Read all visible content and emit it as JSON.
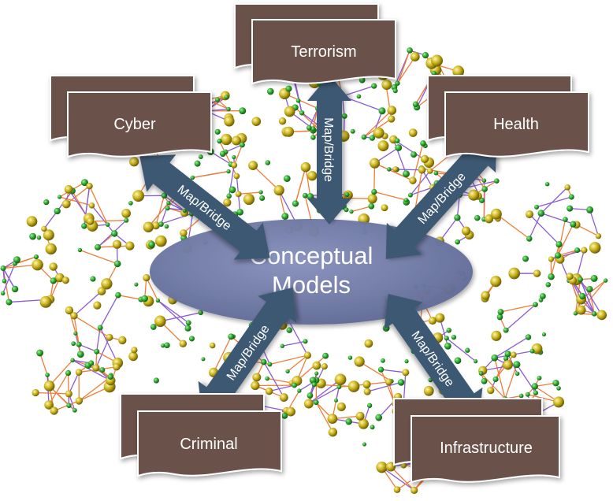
{
  "center": {
    "line1": "Conceptual",
    "line2": "Models"
  },
  "domains": [
    {
      "id": "terrorism",
      "label": "Terrorism"
    },
    {
      "id": "cyber",
      "label": "Cyber"
    },
    {
      "id": "health",
      "label": "Health"
    },
    {
      "id": "criminal",
      "label": "Criminal"
    },
    {
      "id": "infrastructure",
      "label": "Infrastructure"
    }
  ],
  "arrows": [
    {
      "id": "terrorism",
      "label": "Map/Bridge"
    },
    {
      "id": "cyber",
      "label": "Map/Bridge"
    },
    {
      "id": "health",
      "label": "Map/Bridge"
    },
    {
      "id": "criminal",
      "label": "Map/Bridge"
    },
    {
      "id": "infrastructure",
      "label": "Map/Bridge"
    }
  ],
  "colors": {
    "document_fill": "#6b5148",
    "document_stroke": "#ffffff",
    "arrow_fill": "#3e5872",
    "ellipse_fill": "#6f7aa6",
    "node_green": "#2ea62e",
    "node_yellow": "#c9b21a",
    "edge_orange": "#f07d3a",
    "edge_purple": "#8a5bd6",
    "text": "#ffffff"
  }
}
